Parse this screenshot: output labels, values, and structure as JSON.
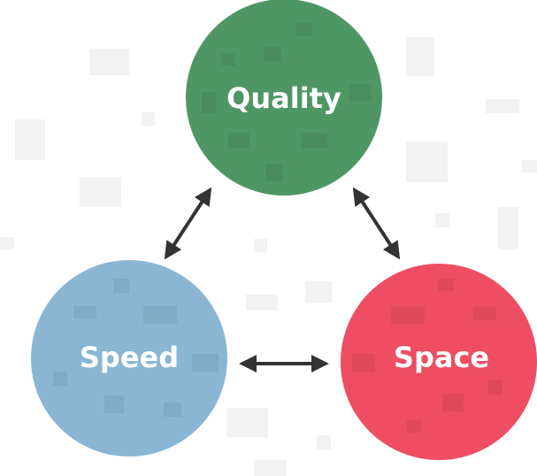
{
  "diagram": {
    "nodes": [
      {
        "id": "quality",
        "label": "Quality",
        "color": "#4f9665"
      },
      {
        "id": "speed",
        "label": "Speed",
        "color": "#8ab6d4"
      },
      {
        "id": "space",
        "label": "Space",
        "color": "#ee4d63"
      }
    ],
    "edges": [
      {
        "from": "quality",
        "to": "speed",
        "direction": "both"
      },
      {
        "from": "quality",
        "to": "space",
        "direction": "both"
      },
      {
        "from": "speed",
        "to": "space",
        "direction": "both"
      }
    ],
    "colors": {
      "arrow": "#333333",
      "background_squares": "#f2f2f2"
    }
  }
}
